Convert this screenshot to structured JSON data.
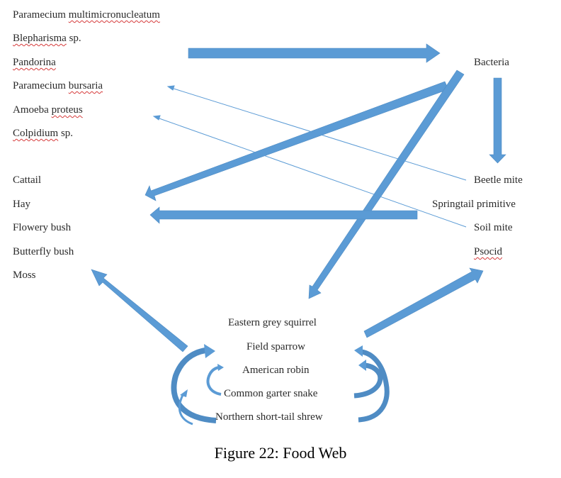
{
  "figure": {
    "caption": "Figure 22: Food Web",
    "arrow_color": "#5b9bd5",
    "arrow_dark_color": "#4a86bf"
  },
  "groups": {
    "protists": [
      {
        "a": "Paramecium ",
        "b": "multimicronucleatum"
      },
      {
        "a": "",
        "b": "Blepharisma",
        "c": " sp."
      },
      {
        "a": "",
        "b": "Pandorina"
      },
      {
        "a": "Paramecium ",
        "b": "bursaria"
      },
      {
        "a": "Amoeba ",
        "b": "proteus"
      },
      {
        "a": "",
        "b": "Colpidium",
        "c": " sp."
      }
    ],
    "plants": [
      "Cattail",
      "Hay",
      "Flowery bush",
      "Butterfly bush",
      "Moss"
    ],
    "decomposer": "Bacteria",
    "arthropods": [
      {
        "a": "Beetle mite"
      },
      {
        "a": "Springtail primitive"
      },
      {
        "a": "Soil mite"
      },
      {
        "b": "Psocid"
      }
    ],
    "vertebrates": [
      "Eastern grey squirrel",
      "Field sparrow",
      "American robin",
      "Common garter snake",
      "Northern short-tail shrew"
    ]
  },
  "links": [
    {
      "from": "protists",
      "to": "Bacteria",
      "style": "thick"
    },
    {
      "from": "Bacteria",
      "to": "arthropods",
      "style": "thick"
    },
    {
      "from": "Bacteria",
      "to": "plants",
      "style": "thick"
    },
    {
      "from": "Bacteria",
      "to": "vertebrates",
      "style": "thick"
    },
    {
      "from": "Springtail primitive",
      "to": "plants",
      "style": "thick"
    },
    {
      "from": "Beetle mite",
      "to": "Paramecium bursaria",
      "style": "thin"
    },
    {
      "from": "Soil mite",
      "to": "Amoeba proteus",
      "style": "thin"
    },
    {
      "from": "vertebrates",
      "to": "plants",
      "style": "thick"
    },
    {
      "from": "vertebrates",
      "to": "arthropods",
      "style": "thick"
    },
    {
      "from": "vertebrates",
      "to": "vertebrates",
      "style": "curved"
    }
  ]
}
